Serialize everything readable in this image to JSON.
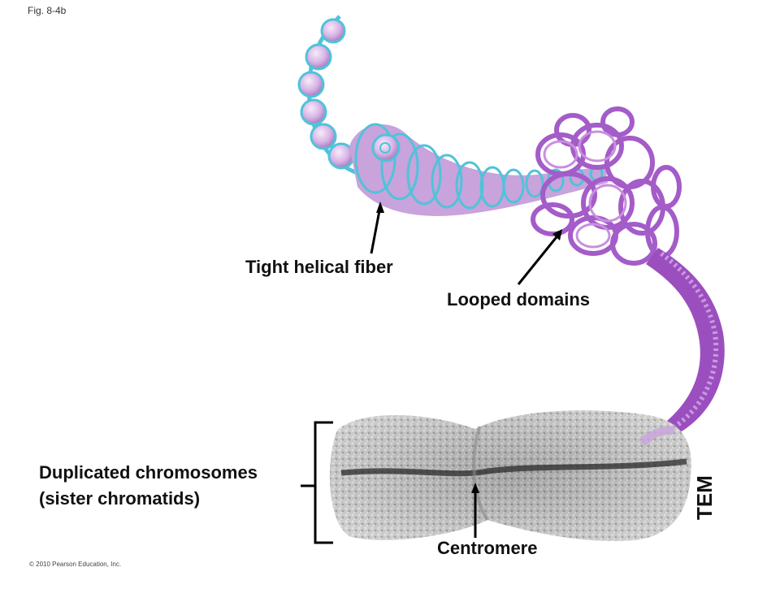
{
  "figure_label": "Fig. 8-4b",
  "labels": {
    "tight_helical_fiber": "Tight helical fiber",
    "looped_domains": "Looped domains",
    "duplicated_line1": "Duplicated chromosomes",
    "duplicated_line2": "(sister chromatids)",
    "centromere": "Centromere",
    "tem": "TEM"
  },
  "copyright": "© 2010 Pearson Education, Inc.",
  "colors": {
    "dna_blue": "#4fc3d9",
    "nucleosome_pink": "#d9b3e6",
    "loop_purple": "#a45cc8",
    "fiber_purple": "#9b4fbf",
    "chromosome_gray": "#9a9a9a"
  }
}
